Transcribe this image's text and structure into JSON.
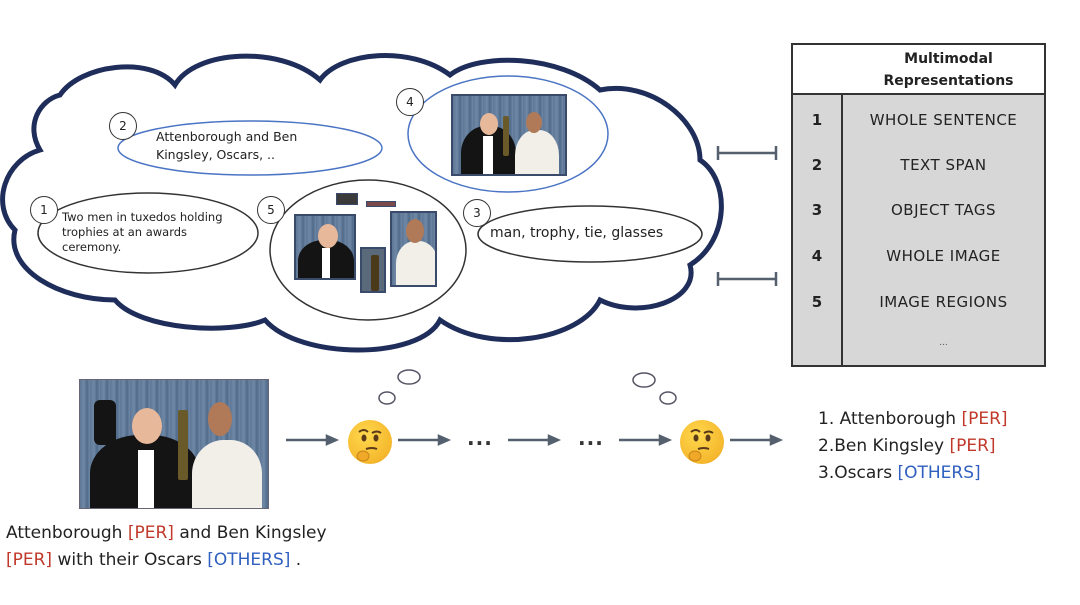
{
  "colors": {
    "cloud_stroke": "#1f2d5a",
    "ellipse_blue": "#4a74c4",
    "per_tag": "#c0392b",
    "others_tag": "#2f5fbf",
    "table_fill": "#d7d7d7"
  },
  "cloud": {
    "items": [
      {
        "number": "1",
        "kind": "text",
        "text": "Two men in tuxedos holding trophies at an awards ceremony."
      },
      {
        "number": "2",
        "kind": "text",
        "text": "Attenborough and Ben Kingsley, Oscars, .."
      },
      {
        "number": "3",
        "kind": "text",
        "text": "man, trophy, tie, glasses"
      },
      {
        "number": "4",
        "kind": "image",
        "alt": "whole image of two men holding Oscars"
      },
      {
        "number": "5",
        "kind": "image-regions",
        "alt": "cropped image regions"
      }
    ]
  },
  "table": {
    "header_line1": "Multimodal",
    "header_line2": "Representations",
    "rows": [
      {
        "n": "1",
        "label": "WHOLE SENTENCE"
      },
      {
        "n": "2",
        "label": "TEXT SPAN"
      },
      {
        "n": "3",
        "label": "OBJECT TAGS"
      },
      {
        "n": "4",
        "label": "WHOLE IMAGE"
      },
      {
        "n": "5",
        "label": "IMAGE REGIONS"
      }
    ],
    "more": "..."
  },
  "pipeline": {
    "ellipsis1": "...",
    "ellipsis2": "...",
    "thinking_icon": "thinking-face-icon"
  },
  "caption": {
    "p1": "Attenborough ",
    "t1": "[PER]",
    "p2": " and Ben Kingsley",
    "t2": "[PER]",
    "p3": " with their Oscars ",
    "t3": "[OTHERS]",
    "p4": " ."
  },
  "result": [
    {
      "prefix": "1. ",
      "entity": "Attenborough ",
      "tag": "[PER]",
      "type": "per"
    },
    {
      "prefix": "2.",
      "entity": "Ben Kingsley ",
      "tag": "[PER]",
      "type": "per"
    },
    {
      "prefix": "3.",
      "entity": "Oscars ",
      "tag": "[OTHERS]",
      "type": "others"
    }
  ]
}
